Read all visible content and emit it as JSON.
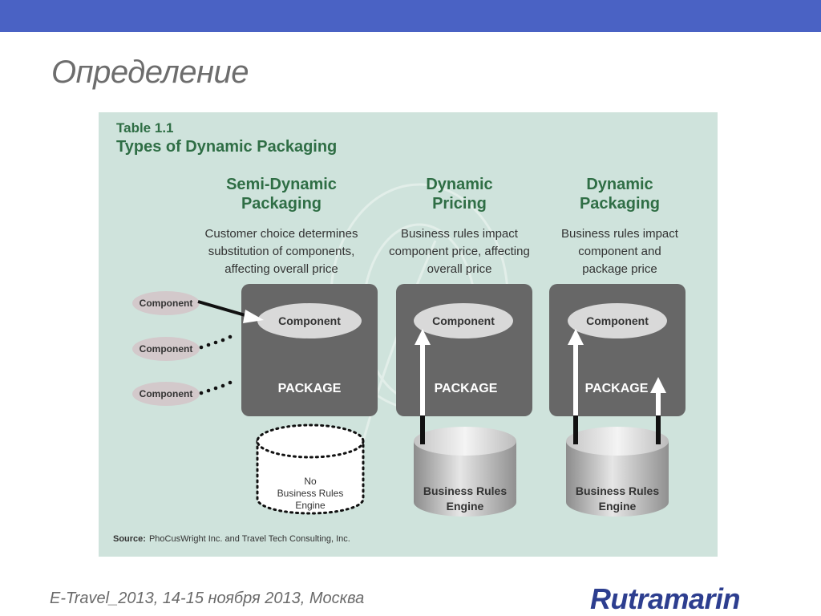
{
  "slide": {
    "title": "Определение",
    "footer": "E-Travel_2013, 14-15 ноября 2013, Москва",
    "logo": "Rutramarin"
  },
  "figure": {
    "table_label": "Table 1.1",
    "table_title": "Types of Dynamic Packaging",
    "columns": [
      {
        "title_line1": "Semi-Dynamic",
        "title_line2": "Packaging",
        "desc_line1": "Customer choice determines",
        "desc_line2": "substitution of components,",
        "desc_line3": "affecting overall price",
        "component": "Component",
        "package": "PACKAGE",
        "engine_line1": "No",
        "engine_line2": "Business Rules",
        "engine_line3": "Engine"
      },
      {
        "title_line1": "Dynamic",
        "title_line2": "Pricing",
        "desc_line1": "Business rules impact",
        "desc_line2": "component price, affecting",
        "desc_line3": "overall price",
        "component": "Component",
        "package": "PACKAGE",
        "engine_line1": "Business Rules",
        "engine_line2": "Engine"
      },
      {
        "title_line1": "Dynamic",
        "title_line2": "Packaging",
        "desc_line1": "Business rules impact",
        "desc_line2": "component and",
        "desc_line3": "package price",
        "component": "Component",
        "package": "PACKAGE",
        "engine_line1": "Business Rules",
        "engine_line2": "Engine"
      }
    ],
    "side_components": [
      "Component",
      "Component",
      "Component"
    ],
    "source_label": "Source:",
    "source_text": "PhoCusWright Inc. and Travel Tech Consulting, Inc."
  },
  "colors": {
    "topbar": "#4a62c4",
    "figure_bg": "#cfe3dc",
    "heading_green": "#2f6e45",
    "package_box": "#676767",
    "logo": "#2d3e8f"
  }
}
